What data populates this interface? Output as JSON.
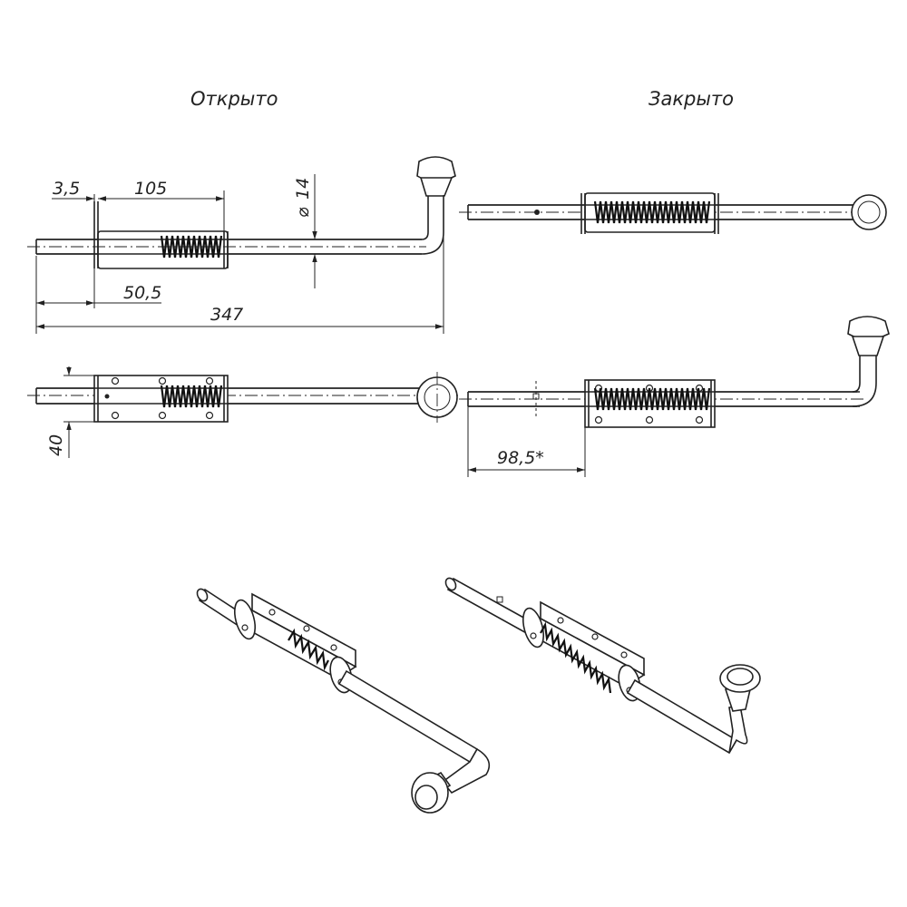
{
  "views": {
    "open_title": "Открыто",
    "closed_title": "Закрыто"
  },
  "dimensions": {
    "d_3_5": "3,5",
    "d_105": "105",
    "d_dia": "14",
    "d_50_5": "50,5",
    "d_347": "347",
    "d_40": "40",
    "d_98_5": "98,5*"
  }
}
